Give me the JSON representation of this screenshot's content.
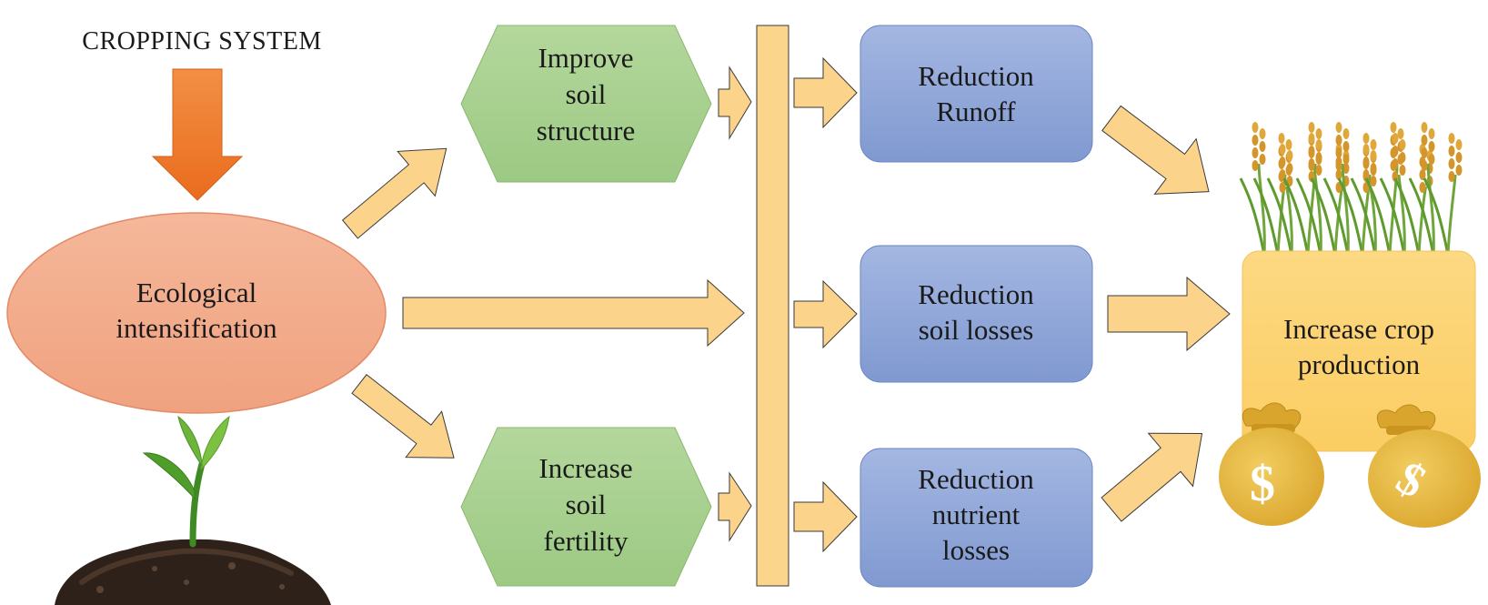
{
  "title": "CROPPING SYSTEM",
  "center": {
    "lines": [
      "Ecological",
      "intensification"
    ]
  },
  "practices": [
    {
      "lines": [
        "Improve",
        "soil",
        "structure"
      ]
    },
    {
      "lines": [
        "Increase",
        "soil",
        "fertility"
      ]
    }
  ],
  "outcomes": [
    {
      "lines": [
        "Reduction",
        "Runoff"
      ]
    },
    {
      "lines": [
        "Reduction",
        "soil losses"
      ]
    },
    {
      "lines": [
        "Reduction",
        "nutrient",
        "losses"
      ]
    }
  ],
  "result": {
    "lines": [
      "Increase crop",
      "production"
    ]
  },
  "money_symbol": "$",
  "colors": {
    "down_arrow": "#ef7a2e",
    "ellipse": "#f3ab8c",
    "hexagon": "#a9d08e",
    "outcome_box": "#8fa8d8",
    "block_arrow": "#fbd38a",
    "collector_bar": "#fcd58c",
    "result_box": "#fdd477",
    "money_bag": "#e7b941",
    "soil": "#3a2a20",
    "leaf": "#5aa732"
  },
  "icons": [
    "seedling-in-soil-icon",
    "rice-plants-icon",
    "money-bag-icon"
  ]
}
